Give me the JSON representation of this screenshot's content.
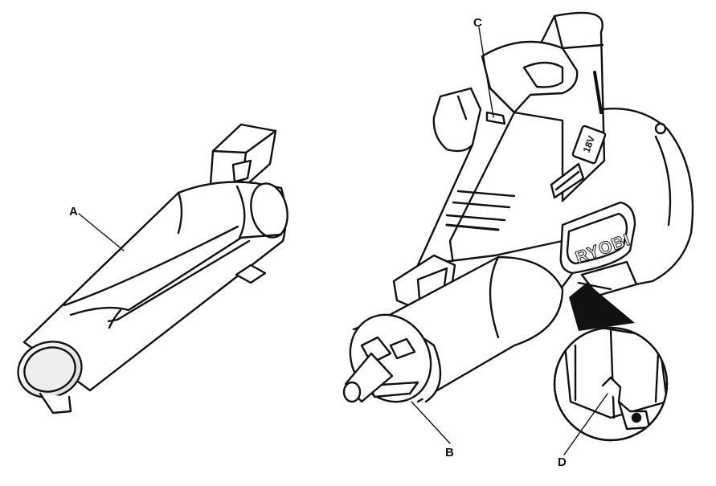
{
  "colors": {
    "ink": "#111111",
    "paper": "#ffffff",
    "shade": "#e6e6e6"
  },
  "callouts": {
    "a": "A",
    "b": "B",
    "c": "C",
    "d": "D"
  },
  "blower": {
    "brand": "RYOBI",
    "battery_badge": "18V"
  }
}
